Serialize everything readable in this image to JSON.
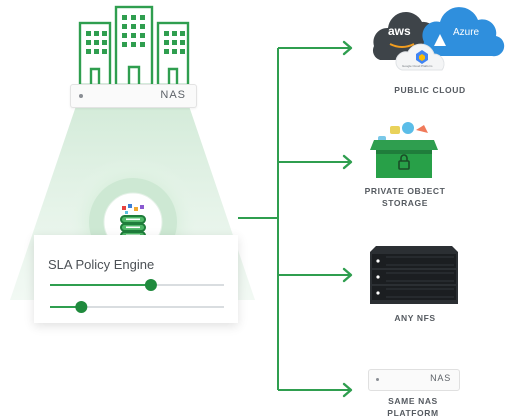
{
  "source": {
    "nas_label": "NAS"
  },
  "engine": {
    "title": "SLA Policy Engine",
    "slider_1_level": 0.58,
    "slider_2_level": 0.18
  },
  "cloud": {
    "aws_label": "aws",
    "azure_label": "Azure",
    "gcp_label": "Google Cloud Platform"
  },
  "destinations": [
    {
      "label": "PUBLIC CLOUD"
    },
    {
      "label_line1": "PRIVATE OBJECT",
      "label_line2": "STORAGE"
    },
    {
      "label": "ANY NFS"
    },
    {
      "label_line1": "SAME NAS",
      "label_line2": "PLATFORM",
      "nas_label": "NAS"
    }
  ],
  "colors": {
    "green": "#2f9e4f",
    "dark_green": "#1f7d3b",
    "grey": "#555a60"
  }
}
